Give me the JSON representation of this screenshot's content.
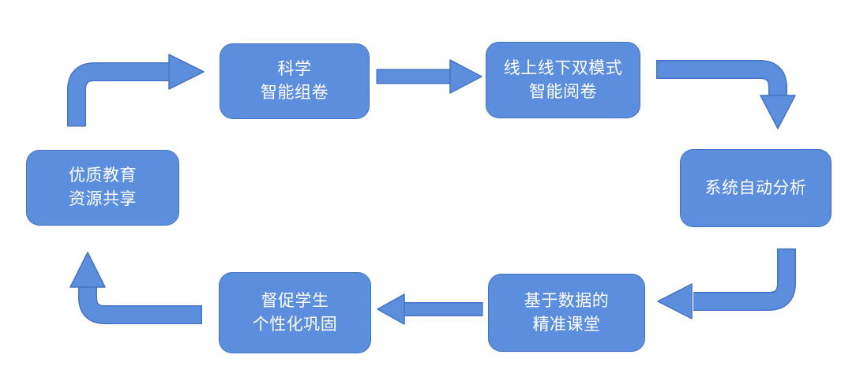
{
  "diagram": {
    "colors": {
      "background": "#ffffff",
      "node_fill": "#5b8fde",
      "node_border": "#4472c4",
      "arrow_fill": "#5b8fde",
      "arrow_border": "#4472c4",
      "text": "#ffffff"
    },
    "nodes": [
      {
        "id": "smart-test-assembly",
        "label": "科学\n智能组卷"
      },
      {
        "id": "dual-mode-smart-grading",
        "label": "线上线下双模式\n智能阅卷"
      },
      {
        "id": "system-auto-analysis",
        "label": "系统自动分析"
      },
      {
        "id": "data-driven-precise-class",
        "label": "基于数据的\n精准课堂"
      },
      {
        "id": "personalized-consolidation",
        "label": "督促学生\n个性化巩固"
      },
      {
        "id": "quality-resource-sharing",
        "label": "优质教育\n资源共享"
      }
    ],
    "arrows": [
      {
        "id": "arrow-sharing-to-assembly",
        "shape": "bent-up-then-right",
        "points": "right"
      },
      {
        "id": "arrow-assembly-to-grading",
        "shape": "straight",
        "points": "right"
      },
      {
        "id": "arrow-grading-to-analysis",
        "shape": "bent-right-then-down",
        "points": "down"
      },
      {
        "id": "arrow-analysis-to-class",
        "shape": "bent-down-then-left",
        "points": "left"
      },
      {
        "id": "arrow-class-to-consolidation",
        "shape": "straight",
        "points": "left"
      },
      {
        "id": "arrow-consolidation-to-sharing",
        "shape": "bent-left-then-up",
        "points": "up"
      }
    ]
  }
}
